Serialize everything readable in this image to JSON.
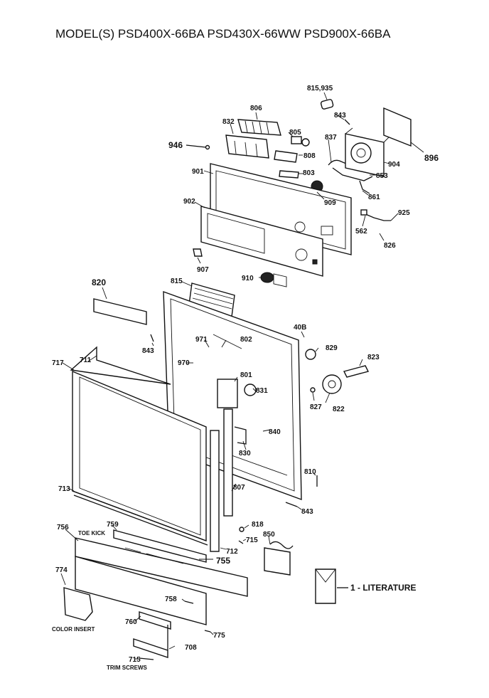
{
  "header": {
    "title": "MODEL(S) PSD400X-66BA  PSD430X-66WW  PSD900X-66BA"
  },
  "captions": {
    "toe_kick": "TOE KICK",
    "color_insert": "COLOR INSERT",
    "trim_screws": "TRIM SCREWS",
    "literature": "1 - LITERATURE"
  },
  "parts": {
    "p815_935": "815,935",
    "p806": "806",
    "p832": "832",
    "p805": "805",
    "p843a": "843",
    "p837": "837",
    "p896": "896",
    "p946": "946",
    "p808": "808",
    "p904": "904",
    "p901": "901",
    "p803": "803",
    "p853": "853",
    "p909": "909",
    "p861": "861",
    "p902": "902",
    "p925": "925",
    "p562": "562",
    "p826": "826",
    "p907": "907",
    "p910": "910",
    "p820": "820",
    "p815": "815",
    "p40B": "40B",
    "p843b": "843",
    "p971": "971",
    "p802": "802",
    "p829": "829",
    "p970": "970",
    "p823": "823",
    "p717": "717",
    "p711": "711",
    "p801": "801",
    "p831": "831",
    "p827": "827",
    "p822": "822",
    "p840": "840",
    "p830": "830",
    "p810": "810",
    "p713": "713",
    "p807": "807",
    "p843c": "843",
    "p756": "756",
    "p759": "759",
    "p818": "818",
    "p850": "850",
    "p715a": "715",
    "p712": "712",
    "p755": "755",
    "p774": "774",
    "p758": "758",
    "p760": "760",
    "p775": "775",
    "p708": "708",
    "p715b": "715"
  }
}
